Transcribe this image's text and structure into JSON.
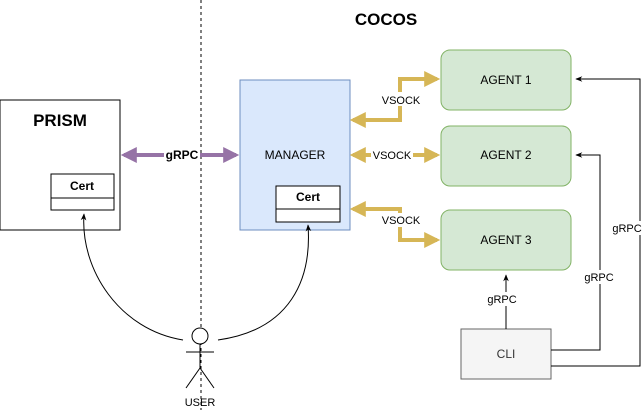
{
  "title": "COCOS",
  "prism": {
    "label": "PRISM",
    "cert": "Cert"
  },
  "manager": {
    "label": "MANAGER",
    "cert": "Cert"
  },
  "agents": [
    "AGENT 1",
    "AGENT 2",
    "AGENT 3"
  ],
  "cli": "CLI",
  "user": "USER",
  "links": {
    "prism_manager": "gRPC",
    "vsock_1": "VSOCK",
    "vsock_2": "VSOCK",
    "vsock_3": "VSOCK",
    "cli_agent3": "gRPC",
    "cli_agent2": "gRPC",
    "cli_agent1": "gRPC"
  },
  "colors": {
    "grpc_arrow": "#9673a6",
    "vsock_arrow": "#d6b656",
    "agent_fill": "#d5e8d4",
    "agent_stroke": "#82b366",
    "manager_fill": "#dae8fc",
    "manager_stroke": "#6c8ebf",
    "cli_fill": "#f5f5f5",
    "cli_stroke": "#666666"
  }
}
